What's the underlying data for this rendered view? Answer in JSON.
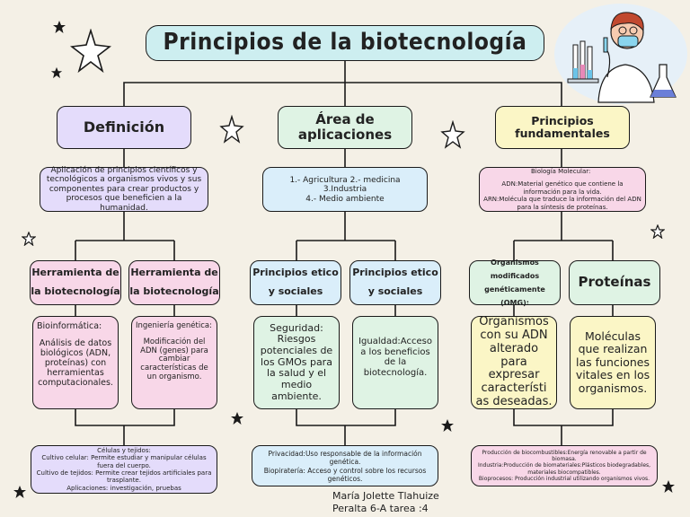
{
  "title": "Principios de la biotecnología",
  "sections": {
    "definicion": {
      "header": "Definición",
      "text": "Aplicación de principios científicos y tecnológicos a organismos vivos y sus componentes para crear productos y procesos que beneficien a la humanidad.",
      "left": {
        "header": "Herramienta de la biotecnología",
        "text_title": "Bioinformática:",
        "text": "Análisis de datos biológicos (ADN, proteínas) con herramientas computacionales."
      },
      "right": {
        "header": "Herramienta de la biotecnología",
        "text_title": "Ingeniería genética:",
        "text": "Modificación del ADN (genes) para cambiar características de un organismo."
      },
      "bottom": {
        "line1": "Células y tejidos:",
        "line2": "Cultivo celular: Permite estudiar y manipular células fuera del cuerpo.",
        "line3": "Cultivo de tejidos: Permite crear tejidos artificiales para trasplante.",
        "line4": "Aplicaciones: investigación, pruebas"
      }
    },
    "area": {
      "header": "Área de aplicaciones",
      "line1": "1.- Agricultura 2.- medicina",
      "line2": "3.Industria",
      "line3": "4.- Medio ambiente",
      "left": {
        "header": "Principios etico y sociales",
        "text": "Seguridad: Riesgos potenciales de los GMOs para la salud y el medio ambiente."
      },
      "right": {
        "header": "Principios etico y sociales",
        "text": "Igualdad:Acceso a los beneficios de la biotecnología."
      },
      "bottom": {
        "line1": "Privacidad:Uso responsable de la información genética.",
        "line2": "Biopiratería: Acceso y control sobre los recursos genéticos."
      }
    },
    "principios": {
      "header": "Principios fundamentales",
      "line1": "Biología Molecular:",
      "line2": "ADN:Material genético que contiene la información para la vida.",
      "line3": "ARN:Molécula que traduce la información del ADN para la síntesis de proteínas.",
      "left": {
        "header": "Organismos modificados genéticamente (OMG):",
        "text": "Organismos con su ADN alterado para expresar característi as deseadas."
      },
      "right": {
        "header": "Proteínas",
        "text": "Moléculas que realizan las funciones vitales en los organismos."
      },
      "bottom": {
        "line1": "Producción de biocombustibles:Energía renovable a partir de biomasa.",
        "line2": "Industria:Producción de biomateriales:Plásticos biodegradables, materiales biocompatibles.",
        "line3": "Bioprocesos: Producción industrial utilizando organismos vivos."
      }
    }
  },
  "author": {
    "line1": "María Jolette Tlahuize",
    "line2": "Peralta 6-A  tarea :4"
  },
  "colors": {
    "background": "#f4f0e6",
    "title": "#cdeef0",
    "purple": "#e4dcfb",
    "blue": "#daeefa",
    "yellow": "#fbf6c6",
    "pink": "#f8d7e8",
    "green": "#dff3e4"
  },
  "icons": [
    "star-icon",
    "scientist-illustration"
  ]
}
